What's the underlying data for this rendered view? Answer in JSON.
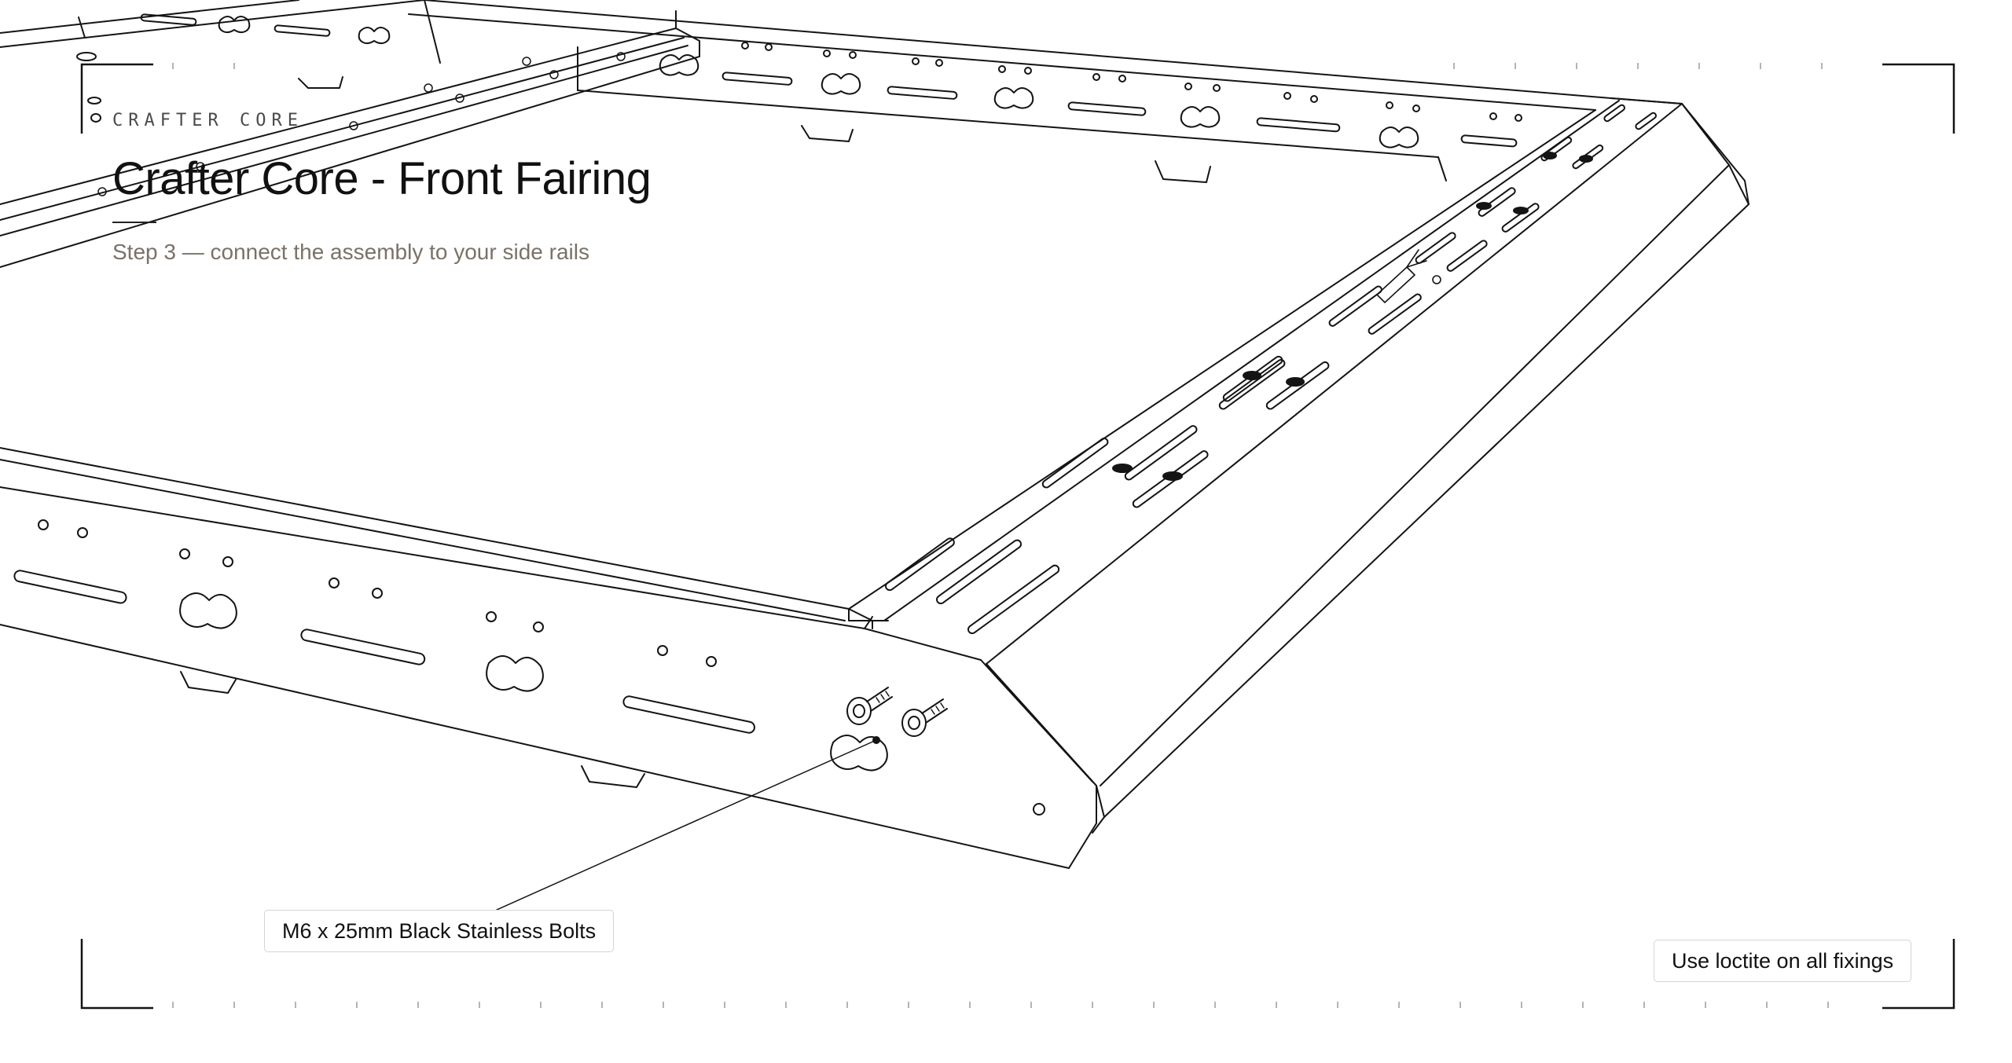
{
  "brand": "CRAFTER CORE",
  "title": "Crafter Core - Front Fairing",
  "subtitle": "Step 3 — connect the assembly to your side rails",
  "callouts": {
    "bolts": "M6 x 25mm Black Stainless Bolts",
    "note": "Use loctite on all fixings"
  },
  "embossed_mark": "Y",
  "colors": {
    "line": "#141414",
    "subtitle": "#7a7268",
    "callout_border": "#d4d4d4",
    "background": "#ffffff"
  },
  "icons": [
    "frame-corner-mark",
    "bolt-icon",
    "leader-line"
  ]
}
